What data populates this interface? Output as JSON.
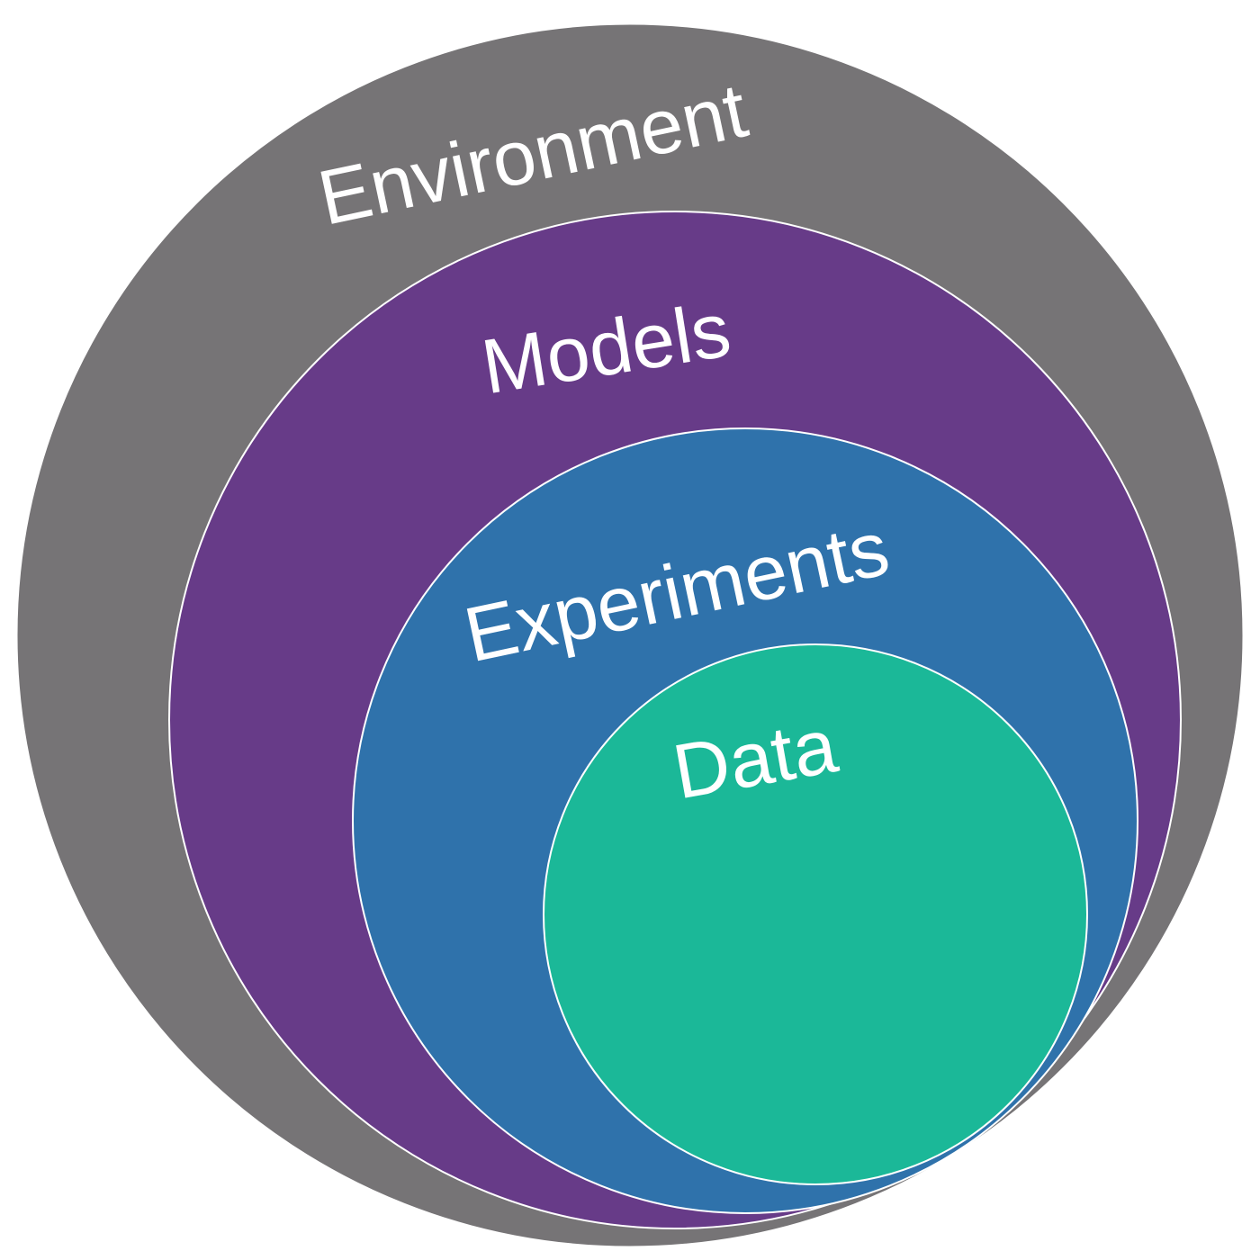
{
  "diagram": {
    "layers": [
      {
        "key": "environment",
        "label": "Environment",
        "color": "#767476"
      },
      {
        "key": "models",
        "label": "Models",
        "color": "#673b88"
      },
      {
        "key": "experiments",
        "label": "Experiments",
        "color": "#2f72ab"
      },
      {
        "key": "data",
        "label": "Data",
        "color": "#1bb898"
      }
    ]
  }
}
